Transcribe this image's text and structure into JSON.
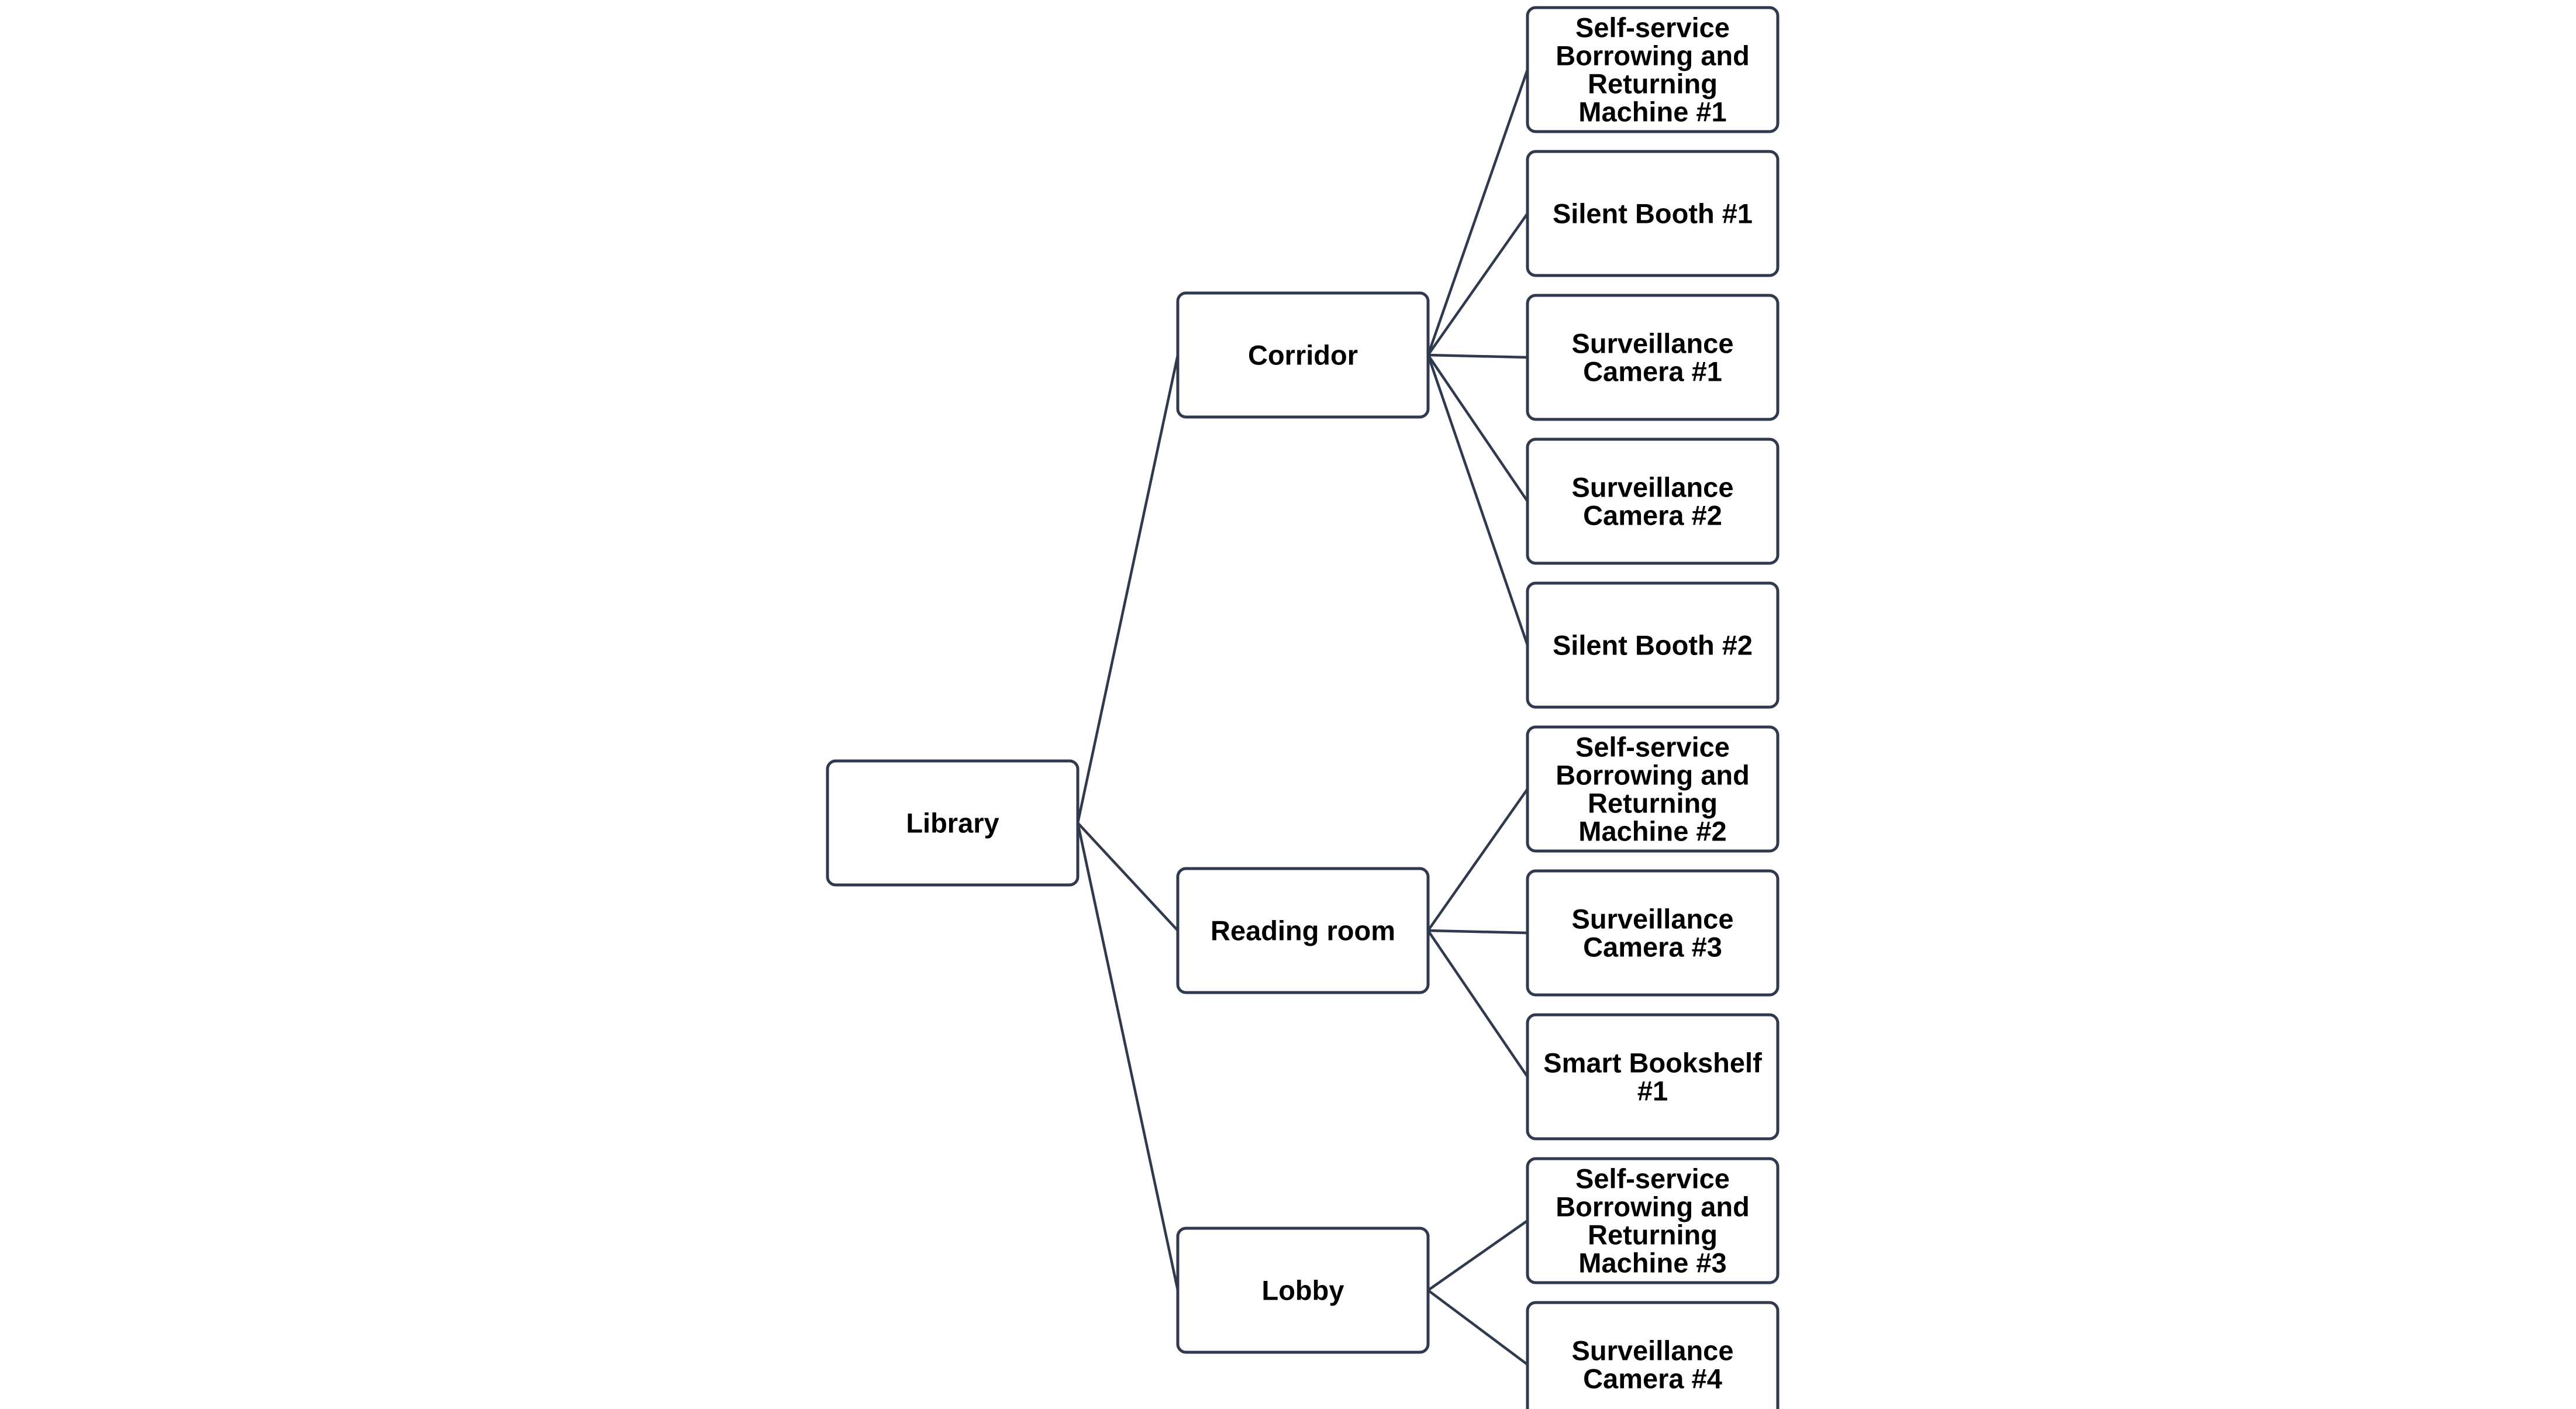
{
  "tree": {
    "root": "library",
    "nodes": [
      {
        "id": "library",
        "label": "Library"
      },
      {
        "id": "corridor",
        "label": "Corridor"
      },
      {
        "id": "reading-room",
        "label": "Reading room"
      },
      {
        "id": "lobby",
        "label": "Lobby"
      },
      {
        "id": "self-service-machine-1",
        "label": "Self-service Borrowing and Returning Machine #1"
      },
      {
        "id": "silent-booth-1",
        "label": "Silent Booth #1"
      },
      {
        "id": "surveillance-camera-1",
        "label": "Surveillance Camera #1"
      },
      {
        "id": "surveillance-camera-2",
        "label": "Surveillance Camera #2"
      },
      {
        "id": "silent-booth-2",
        "label": "Silent Booth #2"
      },
      {
        "id": "self-service-machine-2",
        "label": "Self-service Borrowing and Returning Machine #2"
      },
      {
        "id": "surveillance-camera-3",
        "label": "Surveillance Camera #3"
      },
      {
        "id": "smart-bookshelf-1",
        "label": "Smart Bookshelf #1"
      },
      {
        "id": "self-service-machine-3",
        "label": "Self-service Borrowing and Returning Machine #3"
      },
      {
        "id": "surveillance-camera-4",
        "label": "Surveillance Camera #4"
      }
    ],
    "edges": [
      {
        "from": "library",
        "to": "corridor"
      },
      {
        "from": "library",
        "to": "reading-room"
      },
      {
        "from": "library",
        "to": "lobby"
      },
      {
        "from": "corridor",
        "to": "self-service-machine-1"
      },
      {
        "from": "corridor",
        "to": "silent-booth-1"
      },
      {
        "from": "corridor",
        "to": "surveillance-camera-1"
      },
      {
        "from": "corridor",
        "to": "surveillance-camera-2"
      },
      {
        "from": "corridor",
        "to": "silent-booth-2"
      },
      {
        "from": "reading-room",
        "to": "self-service-machine-2"
      },
      {
        "from": "reading-room",
        "to": "surveillance-camera-3"
      },
      {
        "from": "reading-room",
        "to": "smart-bookshelf-1"
      },
      {
        "from": "lobby",
        "to": "self-service-machine-3"
      },
      {
        "from": "lobby",
        "to": "surveillance-camera-4"
      }
    ]
  },
  "colors": {
    "stroke": "#2f3a4f",
    "box_fill": "#ffffff",
    "text": "#000000",
    "background": "#ffffff"
  }
}
